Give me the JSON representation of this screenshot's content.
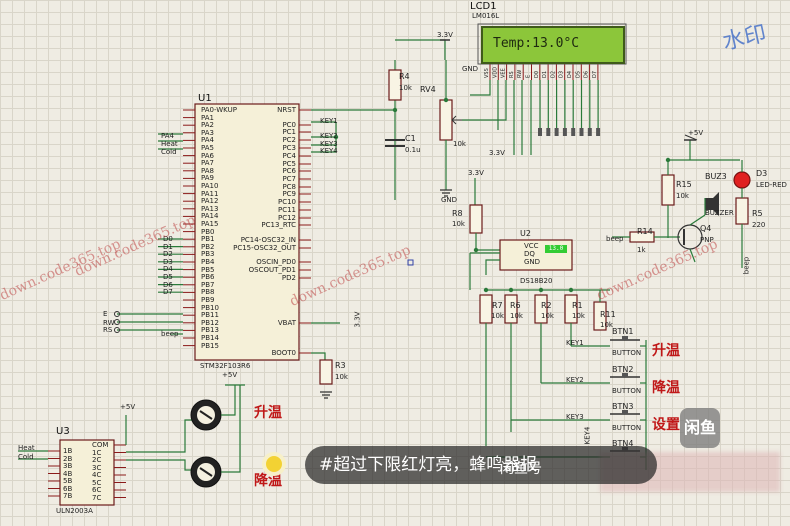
{
  "lcd": {
    "ref": "LCD1",
    "part": "LM016L",
    "display": "Temp:13.0°C",
    "pins": [
      "VSS",
      "VDD",
      "VEE",
      "RS",
      "RW",
      "E",
      "D0",
      "D1",
      "D2",
      "D3",
      "D4",
      "D5",
      "D6",
      "D7"
    ]
  },
  "mcu": {
    "ref": "U1",
    "part": "STM32F103R6",
    "left_pins": [
      "PA0-WKUP",
      "PA1",
      "PA2",
      "PA3",
      "PA4",
      "PA5",
      "PA6",
      "PA7",
      "PA8",
      "PA9",
      "PA10",
      "PA11",
      "PA12",
      "PA13",
      "PA14",
      "PA15",
      "PB0",
      "PB1",
      "PB2",
      "PB3",
      "PB4",
      "PB5",
      "PB6",
      "PB7",
      "PB8",
      "PB9",
      "PB10",
      "PB11",
      "PB12",
      "PB13",
      "PB14",
      "PB15"
    ],
    "right_pins": [
      "NRST",
      "PC0",
      "PC1",
      "PC2",
      "PC3",
      "PC4",
      "PC5",
      "PC6",
      "PC7",
      "PC8",
      "PC9",
      "PC10",
      "PC11",
      "PC12",
      "PC13_RTC",
      "PC14-OSC32_IN",
      "PC15-OSC32_OUT",
      "OSCIN_PD0",
      "OSCOUT_PD1",
      "PD2",
      "VBAT",
      "BOOT0"
    ]
  },
  "net_labels": {
    "keys": [
      "KEY1",
      "KEY2",
      "KEY3",
      "KEY4"
    ],
    "heat": "Heat",
    "cold": "Cold",
    "e": "E",
    "rw": "RW",
    "rs": "RS",
    "beep": "beep",
    "d": [
      "D0",
      "D1",
      "D2",
      "D3",
      "D4",
      "D5",
      "D6",
      "D7"
    ],
    "pa4": "PA4"
  },
  "power": {
    "v33": "3.3V",
    "v5": "+5V",
    "gnd": "GND"
  },
  "components": {
    "r4": {
      "ref": "R4",
      "val": "10k"
    },
    "rv4": {
      "ref": "RV4",
      "val": "10k"
    },
    "c1": {
      "ref": "C1",
      "val": "0.1u"
    },
    "r3": {
      "ref": "R3",
      "val": "10k"
    },
    "r8": {
      "ref": "R8",
      "val": "10k"
    },
    "u2": {
      "ref": "U2",
      "part": "DS18B20",
      "pins": [
        "VCC",
        "DQ",
        "GND"
      ],
      "display": "13.0"
    },
    "r7": {
      "ref": "R7",
      "val": "10k"
    },
    "r6": {
      "ref": "R6",
      "val": "10k"
    },
    "r2": {
      "ref": "R2",
      "val": "10k"
    },
    "r1": {
      "ref": "R1",
      "val": "10k"
    },
    "r11": {
      "ref": "R11",
      "val": "10k"
    },
    "r15": {
      "ref": "R15",
      "val": "10k"
    },
    "r14": {
      "ref": "R14",
      "val": "1k"
    },
    "r5": {
      "ref": "R5",
      "val": "220"
    },
    "buz": {
      "ref": "BUZ3",
      "part": "BUZZER"
    },
    "q4": {
      "ref": "Q4",
      "part": "PNP"
    },
    "d3": {
      "ref": "D3",
      "part": "LED-RED"
    },
    "btn1": {
      "ref": "BTN1",
      "part": "BUTTON",
      "zh": "升温"
    },
    "btn2": {
      "ref": "BTN2",
      "part": "BUTTON",
      "zh": "降温"
    },
    "btn3": {
      "ref": "BTN3",
      "part": "BUTTON",
      "zh": "设置"
    },
    "btn4": {
      "ref": "BTN4"
    },
    "u3": {
      "ref": "U3",
      "part": "ULN2003A",
      "pins_l": [
        "1B",
        "2B",
        "3B",
        "4B",
        "5B",
        "6B",
        "7B"
      ],
      "pins_r": [
        "COM",
        "1C",
        "2C",
        "3C",
        "4C",
        "5C",
        "6C",
        "7C"
      ]
    },
    "motor_up": "升温",
    "motor_down": "降温"
  },
  "overlay": {
    "caption": "#超过下限红灯亮，蜂鸣器报",
    "app_text": "闲鱼号",
    "brand": "闲鱼",
    "sticker": "水印",
    "watermarks": [
      "down.code365.top",
      "down.code365.top",
      "down.code365.top",
      "down.code365.top"
    ]
  },
  "colors": {
    "wire": "#2a7a3a",
    "body": "#f5f0d8",
    "outline": "#6b1a1a",
    "pin": "#8b1a1a",
    "led": "#e02020"
  }
}
